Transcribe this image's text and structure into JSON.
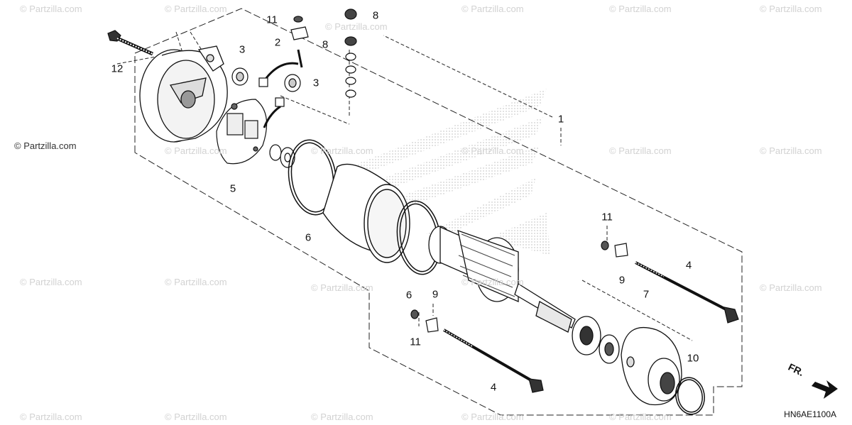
{
  "watermark": {
    "text": "© Partzilla.com",
    "featured_text": "© Partzilla.com"
  },
  "diagram_code": "HN6AE1100A",
  "direction_marker": "FR.",
  "callouts": [
    {
      "id": "c1",
      "label": "1"
    },
    {
      "id": "c2",
      "label": "2"
    },
    {
      "id": "c3a",
      "label": "3"
    },
    {
      "id": "c3b",
      "label": "3"
    },
    {
      "id": "c4a",
      "label": "4"
    },
    {
      "id": "c4b",
      "label": "4"
    },
    {
      "id": "c5",
      "label": "5"
    },
    {
      "id": "c6a",
      "label": "6"
    },
    {
      "id": "c6b",
      "label": "6"
    },
    {
      "id": "c7",
      "label": "7"
    },
    {
      "id": "c8a",
      "label": "8"
    },
    {
      "id": "c8b",
      "label": "8"
    },
    {
      "id": "c9a",
      "label": "9"
    },
    {
      "id": "c9b",
      "label": "9"
    },
    {
      "id": "c10",
      "label": "10"
    },
    {
      "id": "c11a",
      "label": "11"
    },
    {
      "id": "c11b",
      "label": "11"
    },
    {
      "id": "c11c",
      "label": "11"
    },
    {
      "id": "c12",
      "label": "12"
    }
  ]
}
